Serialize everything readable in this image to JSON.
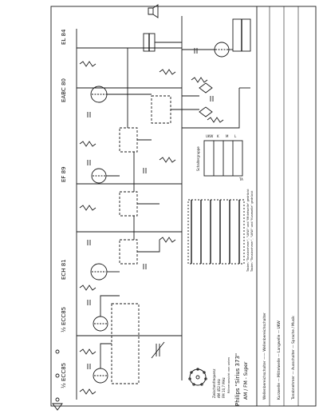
{
  "tubes": {
    "ecc85_half": "½ ECC85",
    "ecc85_right": "½ ECC85",
    "ech81": "ECH 81",
    "ef89": "EF 89",
    "eabc80": "EABC 80",
    "el84": "EL 84"
  },
  "title_block": {
    "brand_model": "Philips \"Sirius 373\"",
    "subtitle": "AM / FM - Super"
  },
  "dial_note": {
    "line1": "Zwischenfrequenz",
    "line2": "AM 452 kHz",
    "line3": "FM 10,7 MHz"
  },
  "socket_caption": "Röhrenansicht von unten",
  "panel_notes": {
    "line1": "Tasten \"Tonabnehmer\", \"UKW\" und \"Mittelwelle\" gedrückt",
    "line2": "Tasten \"Tonabnehmer\", \"UKW\" und \"Kurzwelle\" gedrückt"
  },
  "switch_panel_caption": "Schaltergruppe",
  "wave_labels": [
    "UKW",
    "K",
    "M",
    "L",
    "TA"
  ],
  "legend_strip": [
    "Wellenbereichschalter  ——  Wellenbereichschalter",
    "  Kurzwelle    —  Mittelwelle  —  Langwelle  —  UKW",
    "  Tonabnehmer  —  Ausschalter  —  Sprache / Musik"
  ],
  "colors": {
    "ink": "#1a1a1a",
    "paper": "#ffffff"
  }
}
